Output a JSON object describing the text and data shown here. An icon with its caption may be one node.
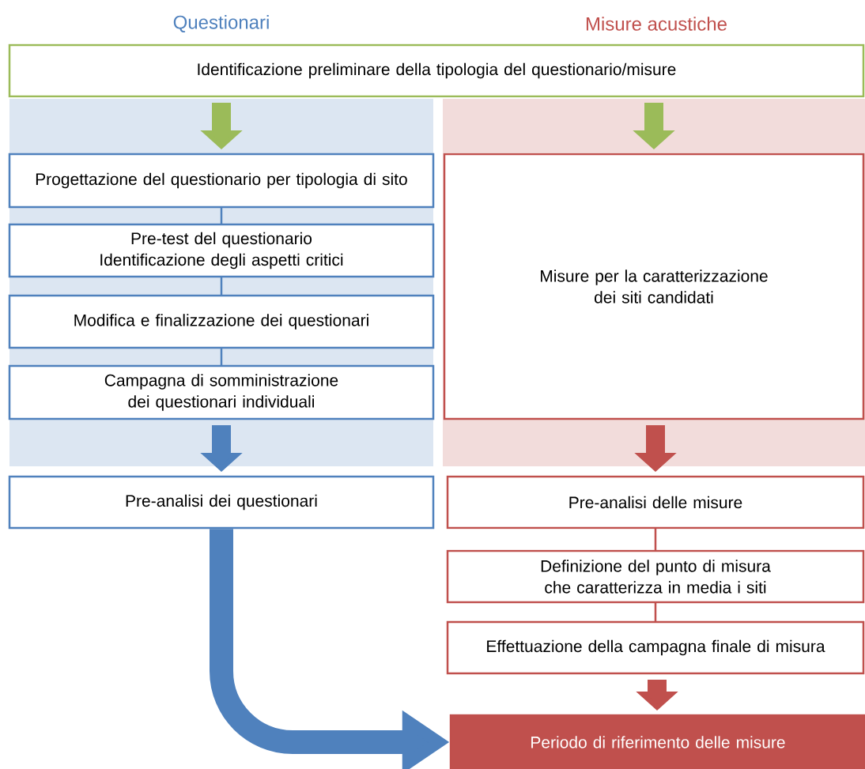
{
  "diagram": {
    "nodes": [
      {
        "text": [],
        "shape": "box"
      },
      {
        "text": [],
        "shape": "box"
      },
      {
        "text": [
          "Identificazione preliminare della tipologia del questionario/misure"
        ]
      },
      {
        "text": [
          "Progettazione del questionario per tipologia di sito"
        ],
        "in": 0
      },
      {
        "text": [
          "Pre-test del questionario",
          "Identificazione degli aspetti critici"
        ],
        "in": 0
      },
      {
        "text": [
          "Modifica e finalizzazione dei questionari"
        ],
        "in": 0
      },
      {
        "text": [
          "Campagna di somministrazione dei questionari individuali"
        ],
        "in": 0
      },
      {
        "text": [
          "Pre-analisi dei questionari"
        ]
      },
      {
        "text": [
          "Misure per la caratterizzazione dei siti candidati"
        ],
        "in": 1
      },
      {
        "text": [
          "Pre-analisi delle misure"
        ]
      },
      {
        "text": [
          "Definizione del punto di misura che caratterizza in media i siti"
        ]
      },
      {
        "text": [
          "Effettuazione della campagna finale di misura"
        ]
      },
      {
        "text": [
          "Periodo di riferimento delle misure"
        ]
      }
    ],
    "edges": [
      {
        "from": 2,
        "to": 3,
        "arrow": "to",
        "color": "#9bbb59"
      },
      {
        "from": 2,
        "to": 8,
        "arrow": "to",
        "color": "#9bbb59"
      },
      {
        "from": 3,
        "to": 4,
        "arrow": "none",
        "color": "#4f81bd"
      },
      {
        "from": 4,
        "to": 5,
        "arrow": "none",
        "color": "#4f81bd"
      },
      {
        "from": 5,
        "to": 6,
        "arrow": "none",
        "color": "#4f81bd"
      },
      {
        "from": 6,
        "to": 7,
        "arrow": "to",
        "color": "#4f81bd"
      },
      {
        "from": 8,
        "to": 9,
        "arrow": "to",
        "color": "#c0504d"
      },
      {
        "from": 9,
        "to": 10,
        "arrow": "none",
        "color": "#c0504d"
      },
      {
        "from": 10,
        "to": 11,
        "arrow": "none",
        "color": "#c0504d"
      },
      {
        "from": 11,
        "to": 12,
        "arrow": "to",
        "color": "#c0504d"
      },
      {
        "from": 7,
        "to": 12,
        "arrow": "to",
        "color": "#4f81bd"
      }
    ],
    "labels": [
      "Questionari",
      "Misure acustiche"
    ]
  }
}
